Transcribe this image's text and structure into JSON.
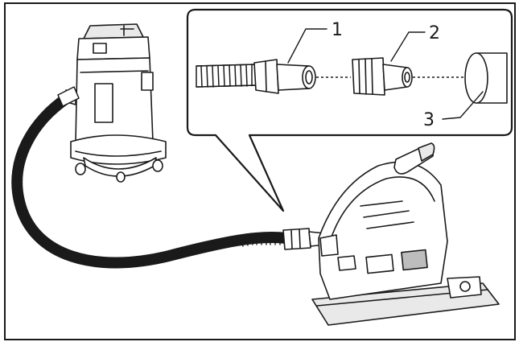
{
  "callouts": [
    {
      "id": "1",
      "label": "1"
    },
    {
      "id": "2",
      "label": "2"
    },
    {
      "id": "3",
      "label": "3"
    }
  ],
  "colors": {
    "line": "#1a1a1a",
    "fill": "#ffffff",
    "shade": "#e9e9e9",
    "dark": "#bdbdbd"
  },
  "icons": [
    "vacuum-cleaner-icon",
    "plunge-saw-icon",
    "hose-icon",
    "adapter-icon"
  ]
}
